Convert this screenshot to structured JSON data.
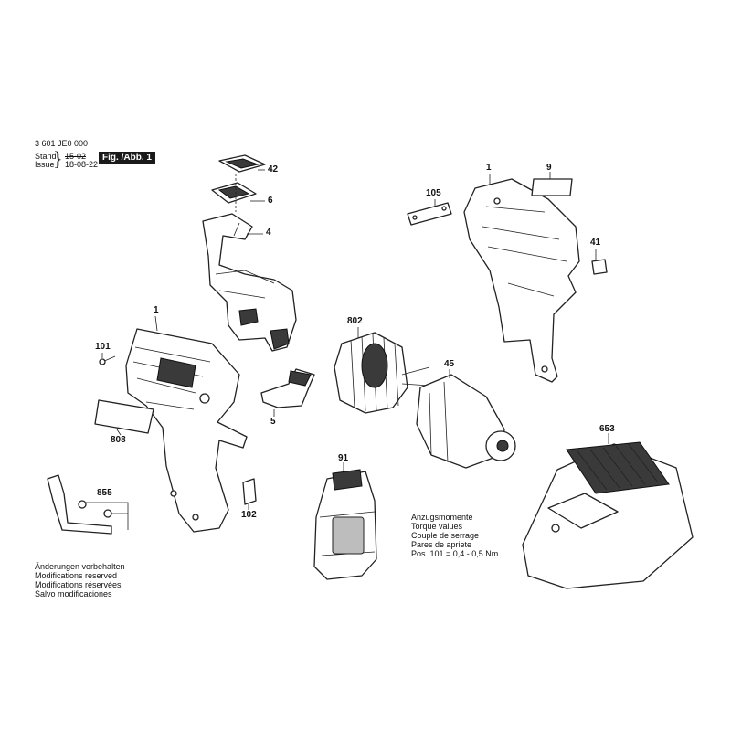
{
  "header": {
    "doc_number": "3 601 JE0 000",
    "stand_label": "Stand",
    "issue_label": "Issue",
    "old_date": "15-02",
    "new_date": "18-08-22",
    "figure_label": "Fig. /Abb. 1"
  },
  "parts": {
    "p42": "42",
    "p6": "6",
    "p4": "4",
    "p1_left": "1",
    "p101": "101",
    "p808": "808",
    "p5": "5",
    "p802": "802",
    "p45": "45",
    "p105": "105",
    "p1_right": "1",
    "p9": "9",
    "p41": "41",
    "p653": "653",
    "p855": "855",
    "p102": "102",
    "p91": "91"
  },
  "torque": {
    "line1": "Anzugsmomente",
    "line2": "Torque values",
    "line3": "Couple de serrage",
    "line4": "Pares de apriete",
    "line5": "Pos. 101  =  0,4  -  0,5 Nm"
  },
  "changes": {
    "line1": "Änderungen vorbehalten",
    "line2": "Modifications reserved",
    "line3": "Modifications réservées",
    "line4": "Salvo modificaciones"
  }
}
